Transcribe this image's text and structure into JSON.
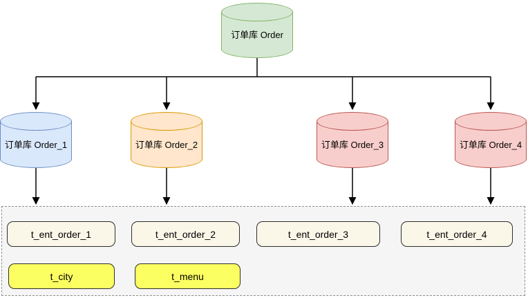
{
  "diagram": {
    "root_db": {
      "label": "订单库 Order",
      "fill": "#d5e8d4",
      "stroke": "#82b366"
    },
    "shard_dbs": [
      {
        "label": "订单库 Order_1",
        "fill": "#dae8fc",
        "stroke": "#6c8ebf"
      },
      {
        "label": "订单库 Order_2",
        "fill": "#ffe6cc",
        "stroke": "#d79b00"
      },
      {
        "label": "订单库 Order_3",
        "fill": "#f8cecc",
        "stroke": "#b85450"
      },
      {
        "label": "订单库 Order_4",
        "fill": "#f8cecc",
        "stroke": "#b85450"
      }
    ],
    "tables": {
      "order_tables": [
        "t_ent_order_1",
        "t_ent_order_2",
        "t_ent_order_3",
        "t_ent_order_4"
      ],
      "common_tables": [
        "t_city",
        "t_menu"
      ],
      "order_table_fill": "#faf6e8",
      "common_table_fill": "#fcff61",
      "group_fill": "#f5f5f5",
      "group_border": "#8c8c8c"
    },
    "edge_color": "#000000"
  }
}
